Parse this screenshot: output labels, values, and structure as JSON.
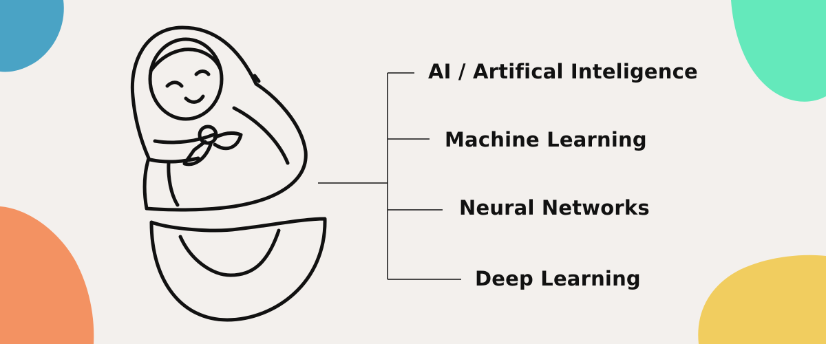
{
  "colors": {
    "background": "#f3f0ed",
    "blob_blue": "#4aa3c5",
    "blob_green": "#64e9bb",
    "blob_orange": "#f39262",
    "blob_yellow": "#f1cd5f",
    "ink": "#111111"
  },
  "doll": {
    "icon": "matryoshka-doll-icon"
  },
  "hierarchy": {
    "items": [
      {
        "label": "AI / Artifical Inteligence"
      },
      {
        "label": "Machine Learning"
      },
      {
        "label": "Neural Networks"
      },
      {
        "label": "Deep Learning"
      }
    ]
  }
}
